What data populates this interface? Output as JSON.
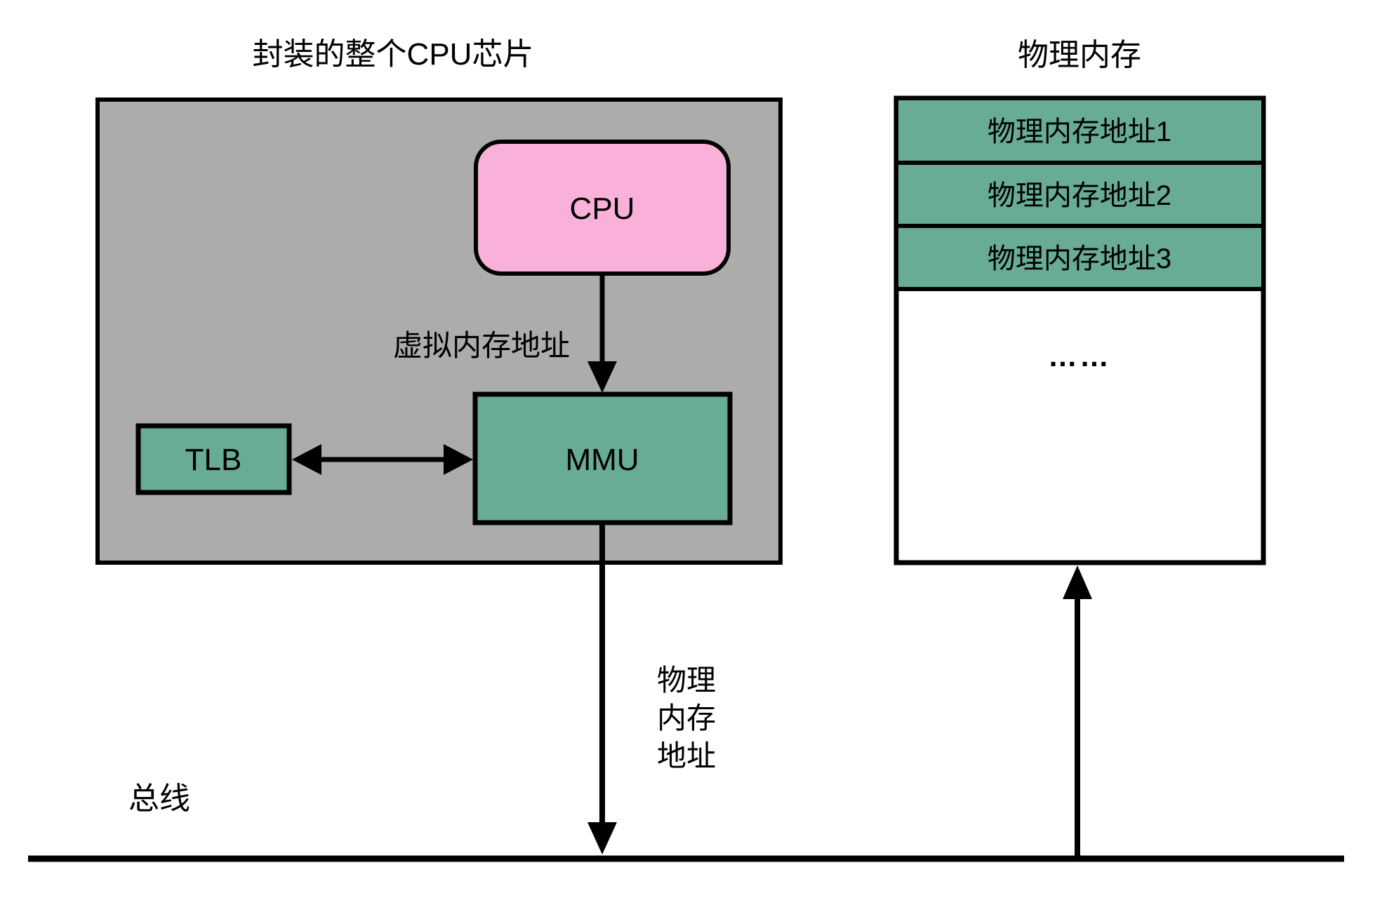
{
  "colors": {
    "chip_bg": "#acacac",
    "cpu_fill": "#f9b1da",
    "teal_fill": "#68ab96",
    "memory_bg": "#ffffff",
    "ink": "#000000"
  },
  "chip": {
    "title": "封装的整个CPU芯片",
    "cpu_label": "CPU",
    "virtual_address_label": "虚拟内存地址",
    "tlb_label": "TLB",
    "mmu_label": "MMU"
  },
  "memory": {
    "title": "物理内存",
    "rows": [
      "物理内存地址1",
      "物理内存地址2",
      "物理内存地址3"
    ],
    "ellipsis": "……"
  },
  "bus": {
    "label": "总线",
    "physical_address_lines": [
      "物理",
      "内存",
      "地址"
    ]
  }
}
